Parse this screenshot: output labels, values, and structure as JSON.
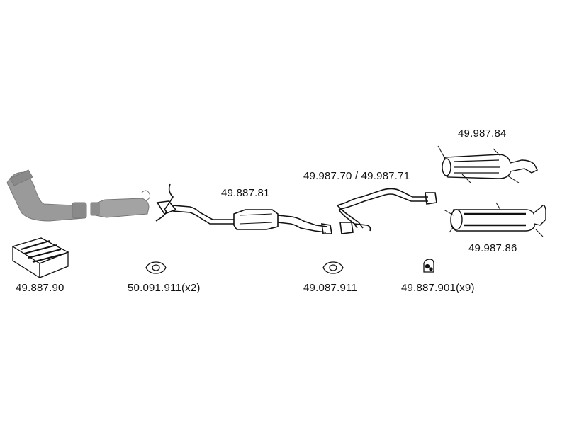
{
  "parts": {
    "muffler_rear_upper": "49.987.84",
    "middle_pipe": "49.887.81",
    "center_pipe_pair": "49.987.70 / 49.987.71",
    "mounting_kit": "49.887.90",
    "gasket_front": "50.091.911(x2)",
    "gasket_mid": "49.087.911",
    "rubber_hanger": "49.887.901(x9)",
    "muffler_rear_lower": "49.987.86"
  },
  "colors": {
    "line": "#111111",
    "grey_part": "#9a9a9a",
    "grey_dark": "#6f6f6f"
  }
}
